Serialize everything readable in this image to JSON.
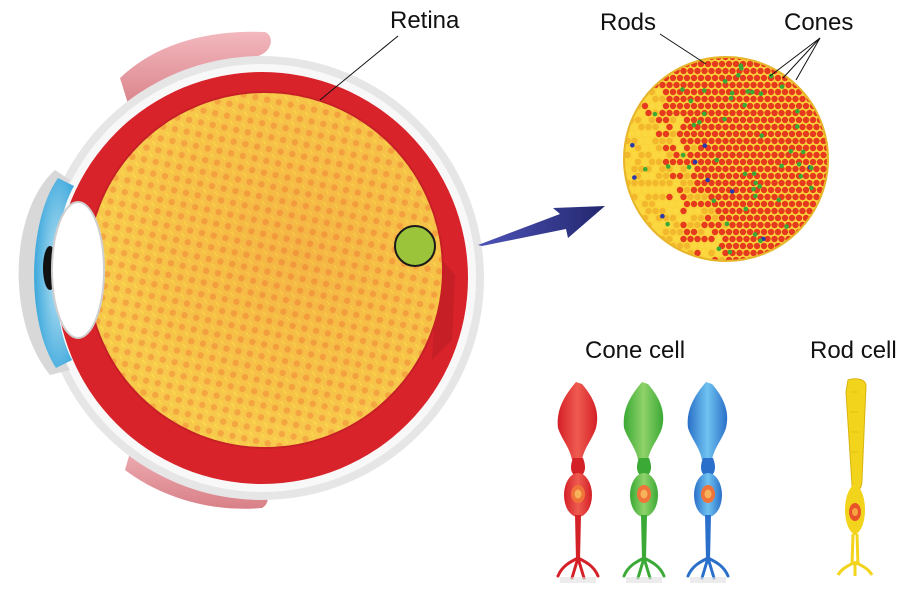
{
  "labels": {
    "retina": "Retina",
    "rods": "Rods",
    "cones": "Cones",
    "cone_cell": "Cone cell",
    "rod_cell": "Rod cell"
  },
  "colors": {
    "retina_yellow": "#f5c33a",
    "retina_dot": "#e8532a",
    "sclera_red": "#d9232b",
    "lid_pink": "#e9a3a9",
    "iris_blue": "#4bb6e6",
    "arrow_blue": "#3b3f9a",
    "cone_red": "#d42027",
    "cone_green": "#3aa935",
    "cone_blue": "#2a6fc9",
    "rod_yellow": "#f3d41c"
  },
  "cone_cells": [
    {
      "name": "red-cone-cell",
      "color": "#d42027",
      "light": "#ef5b50"
    },
    {
      "name": "green-cone-cell",
      "color": "#3aa935",
      "light": "#8fd36a"
    },
    {
      "name": "blue-cone-cell",
      "color": "#2a6fc9",
      "light": "#6fc3f0"
    }
  ]
}
